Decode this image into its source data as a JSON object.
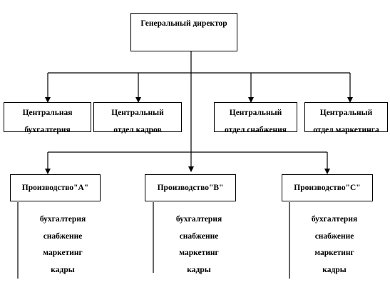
{
  "ceo": "Генеральный директор",
  "departments": [
    {
      "line1": "Центральная",
      "line2": "бухгалтерия"
    },
    {
      "line1": "Центральный",
      "line2": "отдел кадров"
    },
    {
      "line1": "Центральный",
      "line2": "отдел снабжения"
    },
    {
      "line1": "Центральный",
      "line2": "отдел маркетинга"
    }
  ],
  "productions": [
    {
      "label": "Производство\"А\""
    },
    {
      "label": "Производство\"В\""
    },
    {
      "label": "Производство\"С\""
    }
  ],
  "functions": [
    "бухгалтерия",
    "снабжение",
    "маркетинг",
    "кадры"
  ]
}
